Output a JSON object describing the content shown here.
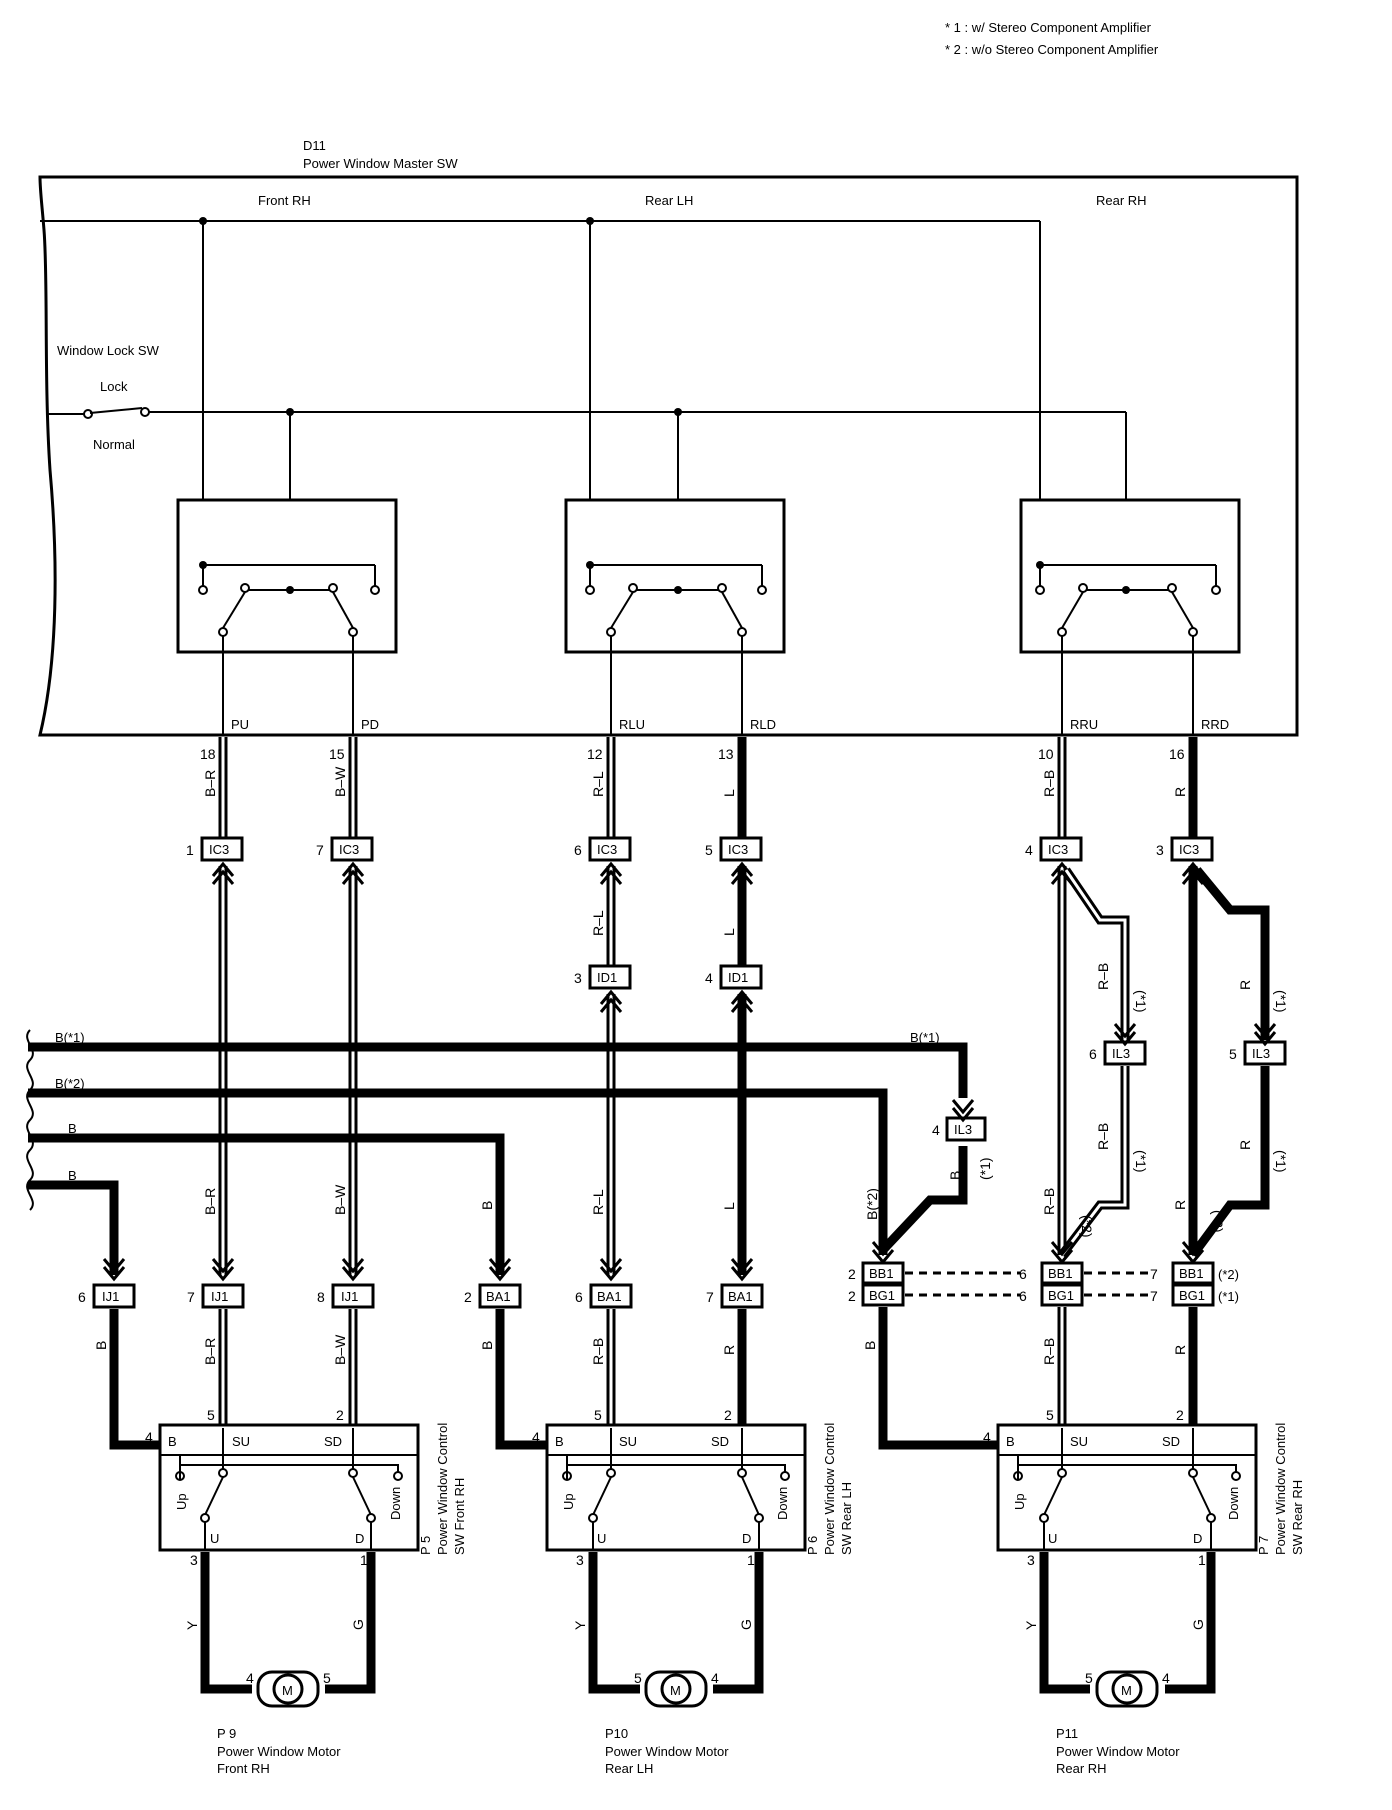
{
  "notes": [
    "* 1 : w/ Stereo Component Amplifier",
    "* 2 : w/o Stereo Component Amplifier"
  ],
  "master": {
    "code": "D11",
    "name": "Power Window Master SW",
    "lock_sw": "Window Lock SW",
    "lock": "Lock",
    "normal": "Normal",
    "sections": [
      "Front RH",
      "Rear LH",
      "Rear RH"
    ],
    "outputs": [
      {
        "name": "PU",
        "pin": "18",
        "color": "B–R"
      },
      {
        "name": "PD",
        "pin": "15",
        "color": "B–W"
      },
      {
        "name": "RLU",
        "pin": "12",
        "color": "R–L"
      },
      {
        "name": "RLD",
        "pin": "13",
        "color": "L"
      },
      {
        "name": "RRU",
        "pin": "10",
        "color": "R–B"
      },
      {
        "name": "RRD",
        "pin": "16",
        "color": "R"
      }
    ]
  },
  "ic3": [
    {
      "pin": "1",
      "name": "IC3"
    },
    {
      "pin": "7",
      "name": "IC3"
    },
    {
      "pin": "6",
      "name": "IC3"
    },
    {
      "pin": "5",
      "name": "IC3"
    },
    {
      "pin": "4",
      "name": "IC3"
    },
    {
      "pin": "3",
      "name": "IC3"
    }
  ],
  "id1": [
    {
      "pin": "3",
      "name": "ID1",
      "color": "R–L"
    },
    {
      "pin": "4",
      "name": "ID1",
      "color": "L"
    }
  ],
  "il3": [
    {
      "pin": "6",
      "name": "IL3",
      "color": "R–B",
      "note": "(*1)"
    },
    {
      "pin": "5",
      "name": "IL3",
      "color": "R",
      "note": "(*1)"
    },
    {
      "pin": "4",
      "name": "IL3",
      "color": "B",
      "note": "(*1)"
    }
  ],
  "grounds": {
    "b1": "B(*1)",
    "b2": "B(*2)",
    "b3": "B",
    "b4": "B",
    "b1_right": "B(*1)",
    "b2_down": "B(*2)"
  },
  "lower_conns": [
    {
      "pin": "6",
      "name": "IJ1"
    },
    {
      "pin": "7",
      "name": "IJ1"
    },
    {
      "pin": "8",
      "name": "IJ1"
    },
    {
      "pin": "2",
      "name": "BA1"
    },
    {
      "pin": "6",
      "name": "BA1"
    },
    {
      "pin": "7",
      "name": "BA1"
    }
  ],
  "bb_bg": {
    "left": {
      "pin_bb": "2",
      "pin_bg": "2",
      "bb": "BB1",
      "bg": "BG1"
    },
    "mid": {
      "pin_bb": "6",
      "pin_bg": "6",
      "bb": "BB1",
      "bg": "BG1"
    },
    "right": {
      "pin_bb": "7",
      "pin_bg": "7",
      "bb": "BB1",
      "bg": "BG1",
      "note_bb": "(*2)",
      "note_bg": "(*1)"
    }
  },
  "mid_colors": {
    "a": "B–R",
    "b": "B–W",
    "c": "B",
    "d": "R–L",
    "e": "L",
    "f": "R–B",
    "f_note": "(*2)",
    "g": "R",
    "g_note": "(*2)"
  },
  "switches": [
    {
      "code": "P 5",
      "name1": "Power Window Control",
      "name2": "SW Front RH",
      "pins": [
        "4",
        "5",
        "2",
        "3",
        "1"
      ],
      "wire_in": "B",
      "wire_su": "B–R",
      "wire_sd": "B–W"
    },
    {
      "code": "P 6",
      "name1": "Power Window Control",
      "name2": "SW Rear LH",
      "pins": [
        "4",
        "5",
        "2",
        "3",
        "1"
      ],
      "wire_in": "B",
      "wire_su": "R–B",
      "wire_sd": "R"
    },
    {
      "code": "P 7",
      "name1": "Power Window Control",
      "name2": "SW Rear RH",
      "pins": [
        "4",
        "5",
        "2",
        "3",
        "1"
      ],
      "wire_in": "B",
      "wire_su": "R–B",
      "wire_sd": "R"
    }
  ],
  "sw_terms": {
    "b": "B",
    "su": "SU",
    "sd": "SD",
    "u": "U",
    "d": "D",
    "up": "Up",
    "down": "Down"
  },
  "motors": [
    {
      "code": "P 9",
      "name": "Power Window Motor",
      "loc": "Front RH",
      "pl": "4",
      "pr": "5",
      "cl": "Y",
      "cr": "G"
    },
    {
      "code": "P10",
      "name": "Power Window Motor",
      "loc": "Rear LH",
      "pl": "5",
      "pr": "4",
      "cl": "Y",
      "cr": "G"
    },
    {
      "code": "P11",
      "name": "Power Window Motor",
      "loc": "Rear RH",
      "pl": "5",
      "pr": "4",
      "cl": "Y",
      "cr": "G"
    }
  ],
  "motor_symbol": "M"
}
